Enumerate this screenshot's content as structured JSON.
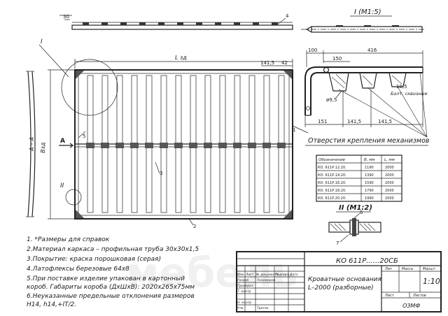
{
  "top_view": {
    "dim_30": "30",
    "leader_4": "4",
    "section_label_I": "I"
  },
  "detail_I": {
    "title": "I (М1:5)",
    "dim_100": "100",
    "dim_416": "416",
    "dim_150": "150",
    "dim_10_5": "10,5",
    "bolt_label": "Болт. сквозные",
    "hole_label": "ø9,5",
    "dim_151": "151",
    "dim_141_5_a": "141,5",
    "dim_141_5_b": "141,5",
    "caption": "Отверстия крепления механизмов",
    "leader_1": "1"
  },
  "main_frame": {
    "dim_L": "L зд",
    "dim_141_5": "141,5",
    "dim_42": "42",
    "dim_B": "Bзд",
    "section_A": "А",
    "section_A_label": "А – А",
    "leader_2": "2",
    "leader_3": "3",
    "leader_5": "5",
    "detail_II": "II"
  },
  "table": {
    "headers": [
      "Обозначение",
      "B, мм",
      "L, мм"
    ],
    "rows": [
      [
        "КО. 611Р.12.20.",
        "1190",
        "2000"
      ],
      [
        "КО. 611Р.14.20.",
        "1390",
        "2000"
      ],
      [
        "КО. 611Р.16.20.",
        "1590",
        "2000"
      ],
      [
        "КО. 611Р.18.20.",
        "1790",
        "2000"
      ],
      [
        "КО. 611Р.20.20.",
        "1990",
        "2000"
      ]
    ]
  },
  "detail_II": {
    "title": "II (М1:2)",
    "leader_6": "6",
    "leader_7": "7"
  },
  "notes": [
    "1. *Размеры для справок",
    "2.Материал каркаса – профильная труба 30x30x1,5",
    "3.Покрытие: краска порошковая (серая)",
    "4.Латофлексы березовые 64x8",
    "5.При поставке изделие упакован в картонный",
    "короб. Габариты короба (ДхШхВ): 2020x265x75мм",
    "6.Неуказанные предельные отклонения размеров",
    "H14, h14,+IT/2."
  ],
  "title_block": {
    "code": "КО 611Р......20СБ",
    "name_line1": "Кроватные основания",
    "name_line2": "L–2000 (разборные)",
    "scale": "1:10",
    "company": "ОЗМФ",
    "col_lit": "Лит",
    "col_mass": "Масса",
    "col_scale": "Масшт",
    "sheet": "Лист",
    "sheets": "Листов",
    "row_change": "Изм.",
    "row_sheet": "Лист",
    "row_doc": "№ документа",
    "row_sign": "Подпись",
    "row_date": "Дата",
    "razrab": "Разраб",
    "razrab_name": "Пономарев",
    "prover": "Проверил",
    "tkontr": "Т. контр",
    "nkontr": "Н. контр",
    "nkontr_name": "Третяк",
    "utv": "Утв."
  },
  "watermark": "мебель"
}
